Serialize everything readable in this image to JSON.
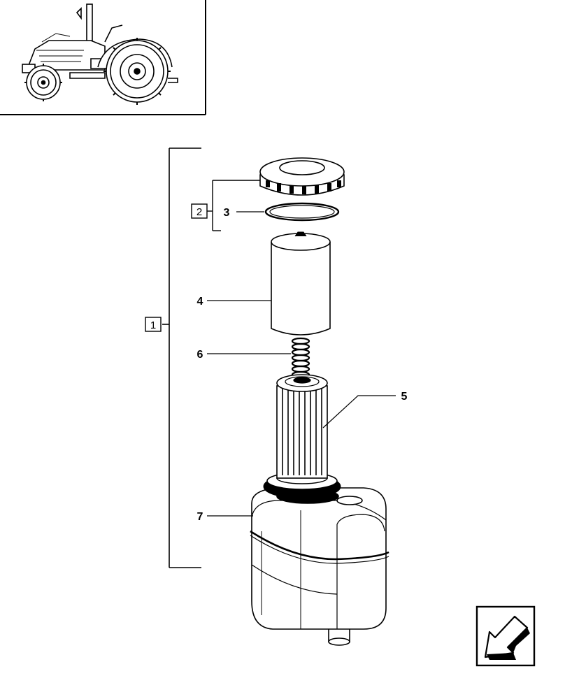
{
  "callouts": {
    "group_1": "1",
    "group_2": "2",
    "part_3": "3",
    "part_4": "4",
    "part_5": "5",
    "part_6": "6",
    "part_7": "7"
  },
  "icons": {
    "thumbnail": "tractor-icon",
    "navigation": "arrow-down-left-icon"
  }
}
